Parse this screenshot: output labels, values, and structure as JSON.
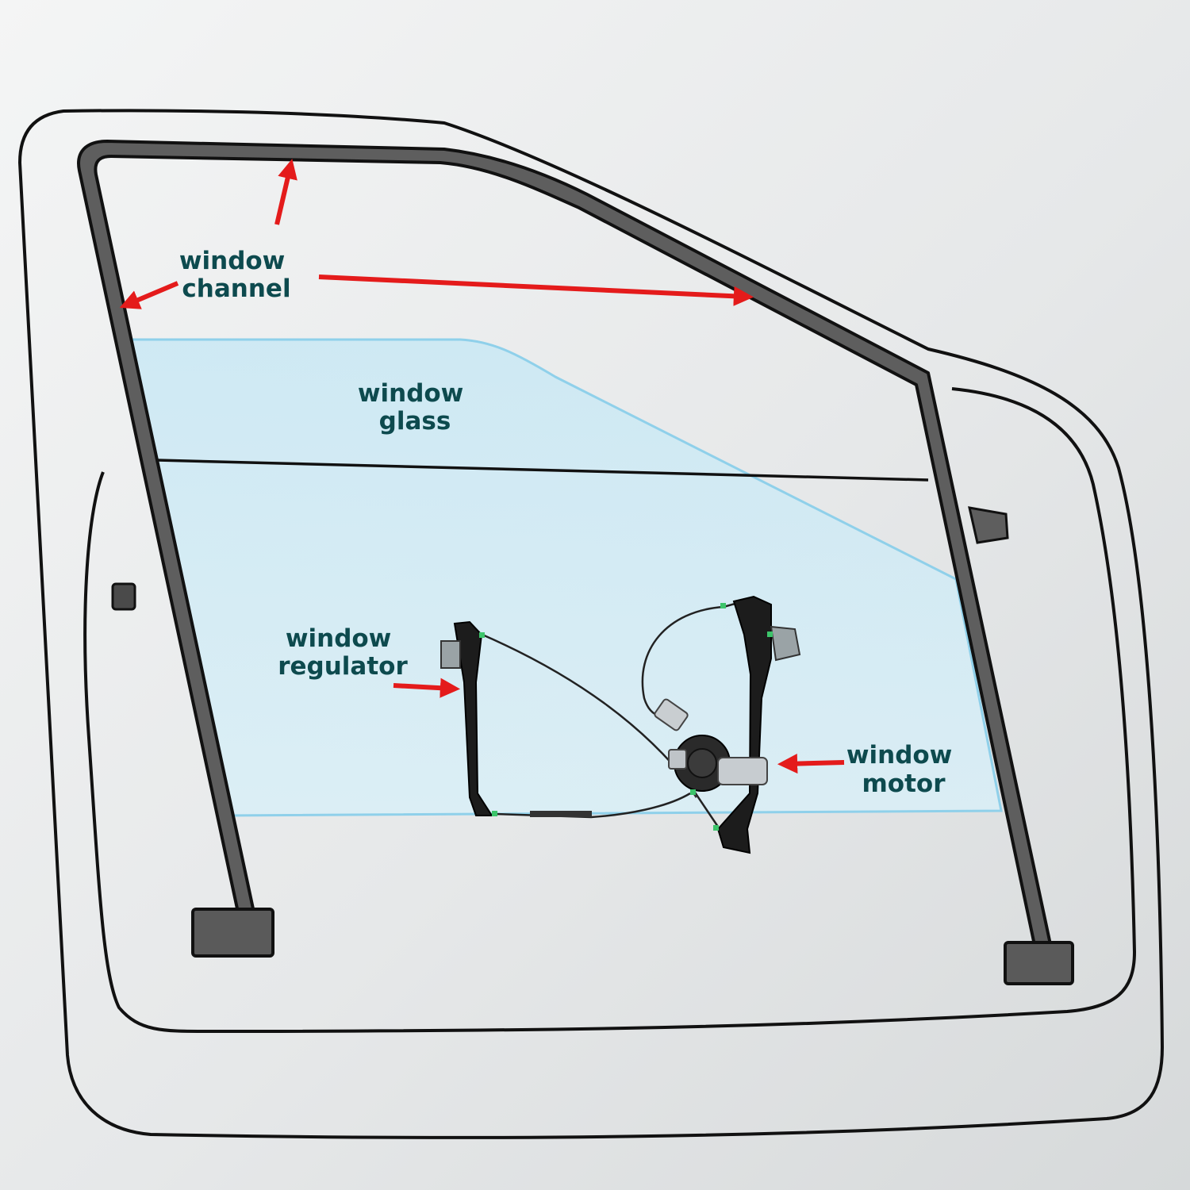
{
  "colors": {
    "background_light": "#f3f4f4",
    "background_dark": "#d9dcdd",
    "outline": "#111111",
    "channel_fill": "#5e5e5e",
    "glass_fill": "#d2ecf6",
    "glass_edge": "#8fd0ea",
    "arrow": "#e41b1b",
    "label_text": "#0d4a4e",
    "regulator_metal": "#1c1c1c",
    "regulator_clip": "#3cc46a"
  },
  "labels": {
    "channel": {
      "line1": "window",
      "line2": "channel"
    },
    "glass": {
      "line1": "window",
      "line2": "glass"
    },
    "regulator": {
      "line1": "window",
      "line2": "regulator"
    },
    "motor": {
      "line1": "window",
      "line2": "motor"
    }
  }
}
